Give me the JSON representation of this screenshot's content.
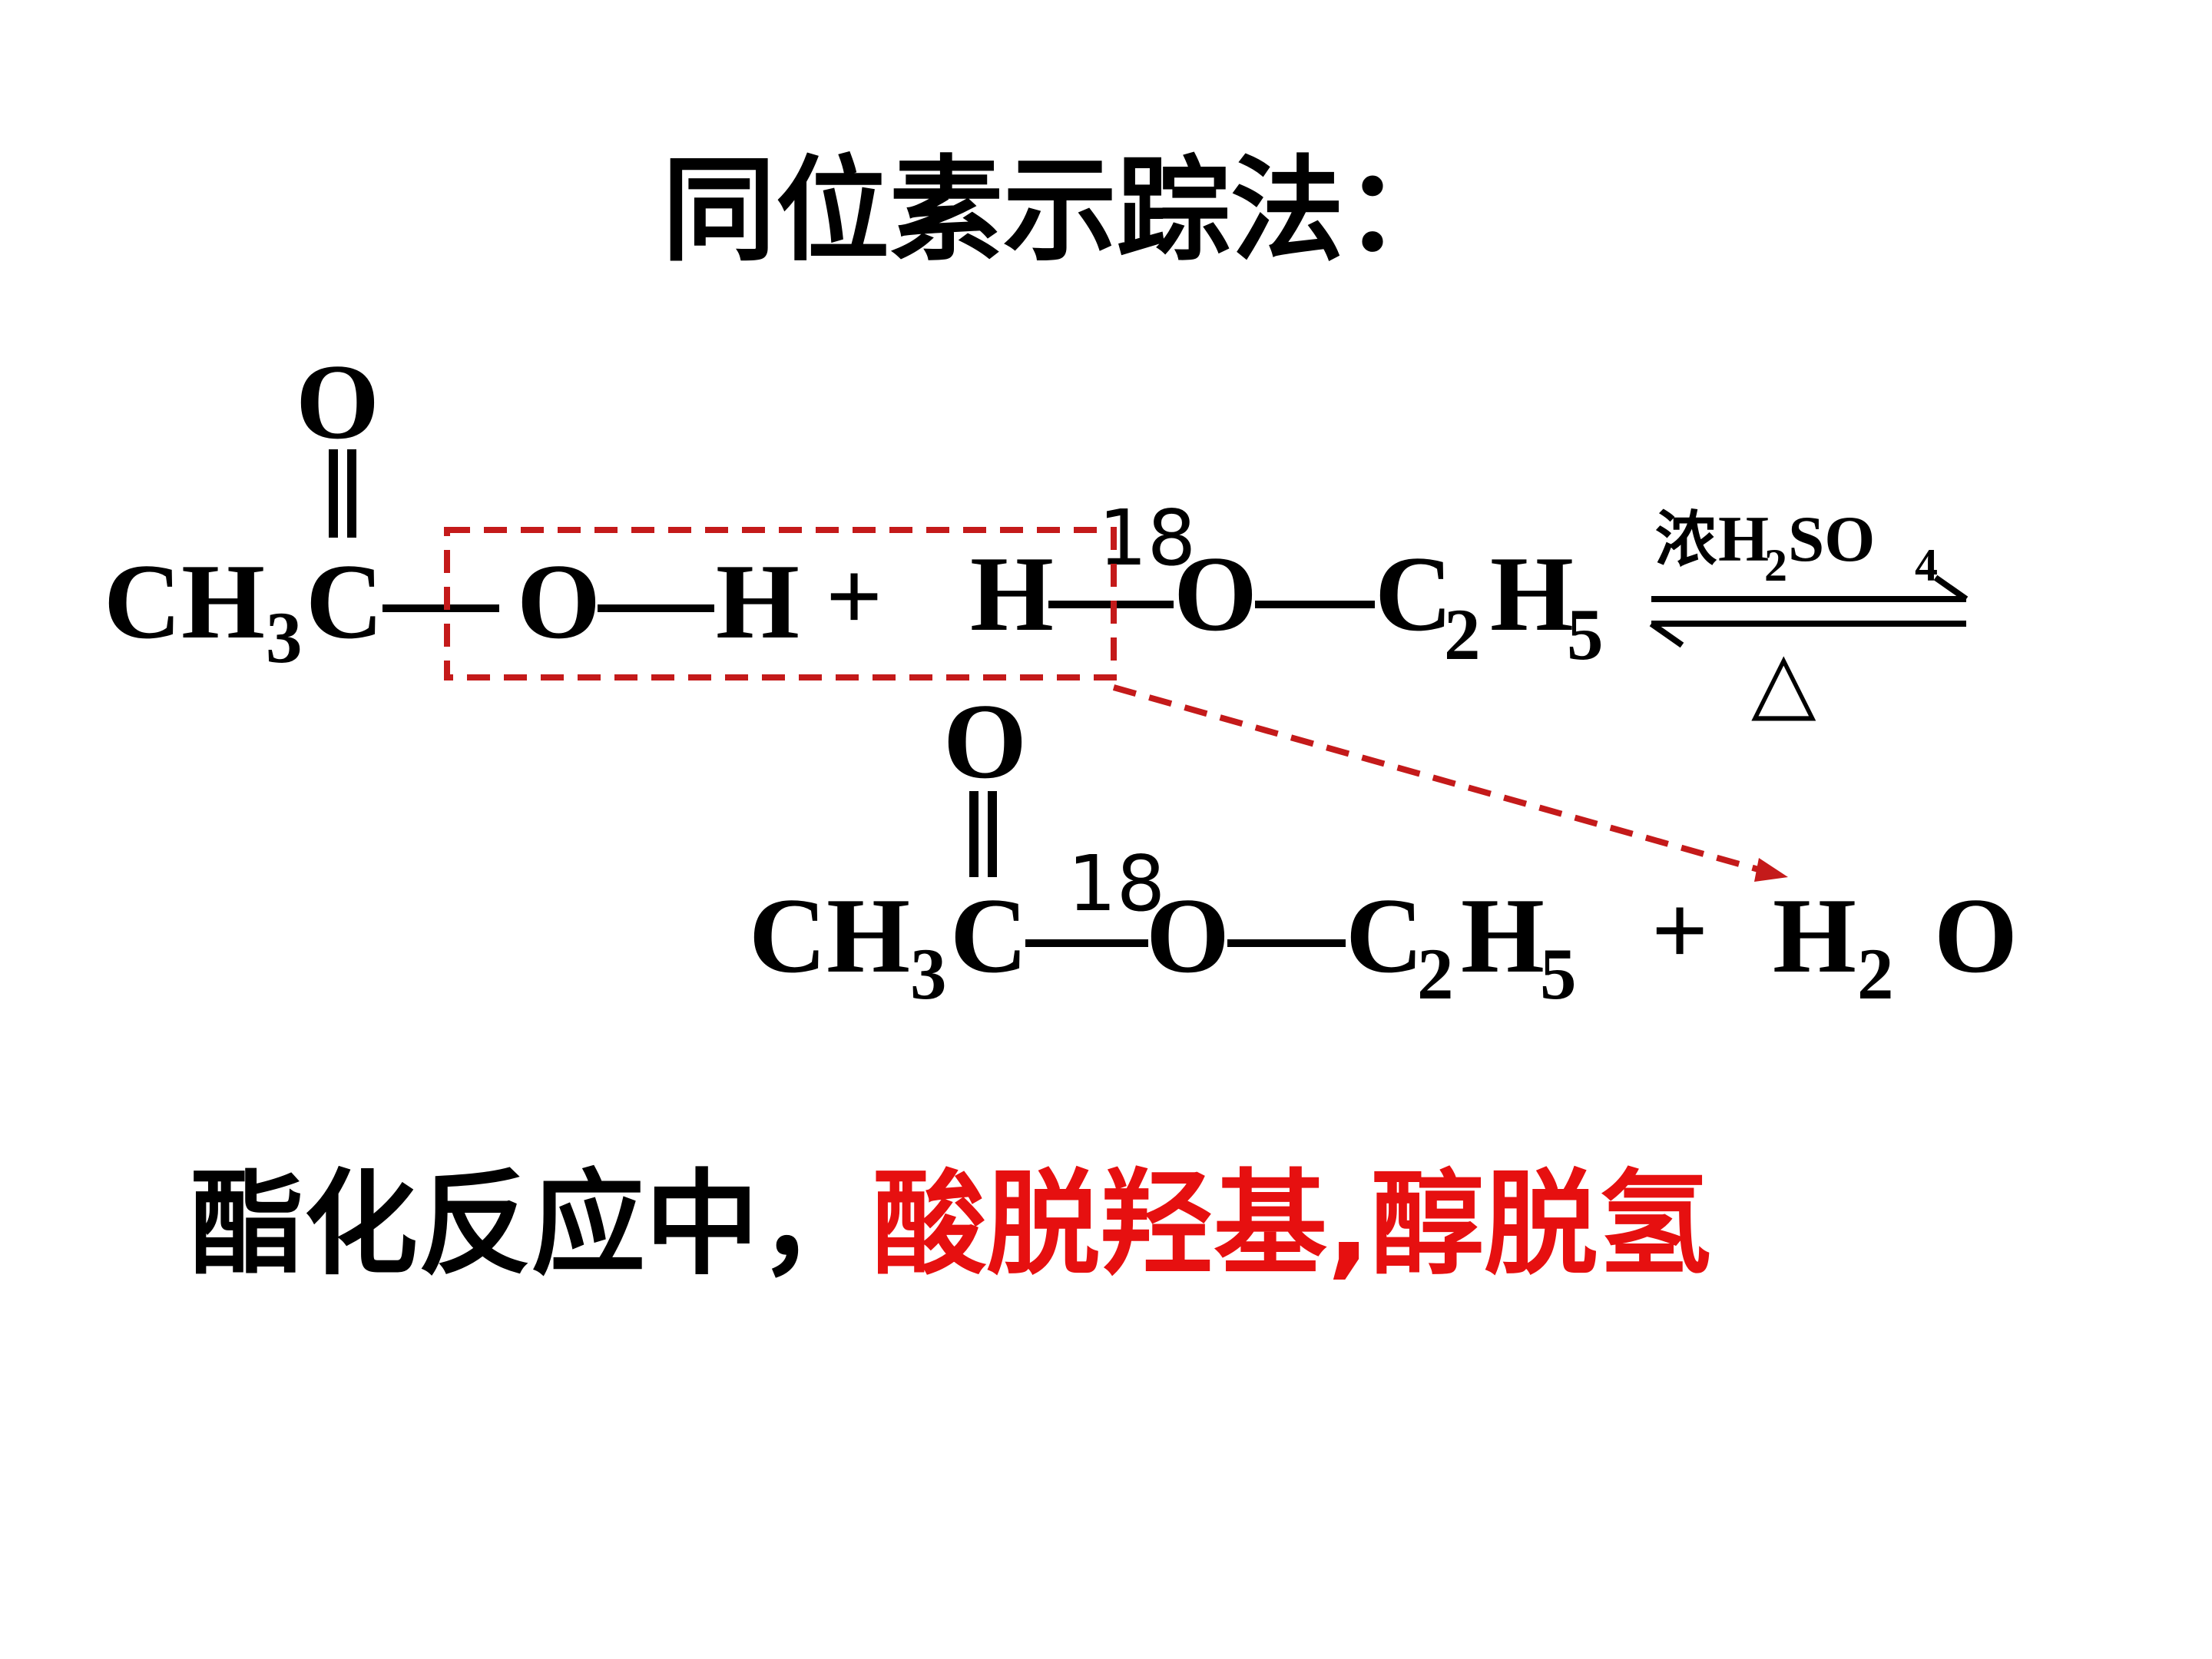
{
  "title": "同位素示踪法：",
  "colors": {
    "text": "#000000",
    "highlight": "#e61010",
    "box": "#c41a1a"
  },
  "reactants": {
    "acid": {
      "top_o": "O",
      "ch": "CH",
      "ch_sub": "3",
      "c": "C",
      "o": "O",
      "h": "H"
    },
    "plus": "+",
    "alcohol": {
      "h": "H",
      "isotope": "18",
      "o": "O",
      "c": "C",
      "c_sub": "2",
      "h2": "H",
      "h_sub": "5"
    }
  },
  "condition": {
    "catalyst_cn": "浓",
    "catalyst_h": "H",
    "catalyst_h_sub": "2",
    "catalyst_so": "SO",
    "catalyst_so_sub": "4",
    "heat": "△"
  },
  "products": {
    "ester": {
      "top_o": "O",
      "ch": "CH",
      "ch_sub": "3",
      "c": "C",
      "isotope": "18",
      "o": "O",
      "c2": "C",
      "c2_sub": "2",
      "h": "H",
      "h_sub": "5"
    },
    "plus": "+",
    "water": {
      "h": "H",
      "h_sub": "2",
      "o": "O"
    }
  },
  "conclusion": {
    "prefix": "酯化反应中，",
    "highlight": "酸脱羟基,醇脱氢"
  }
}
